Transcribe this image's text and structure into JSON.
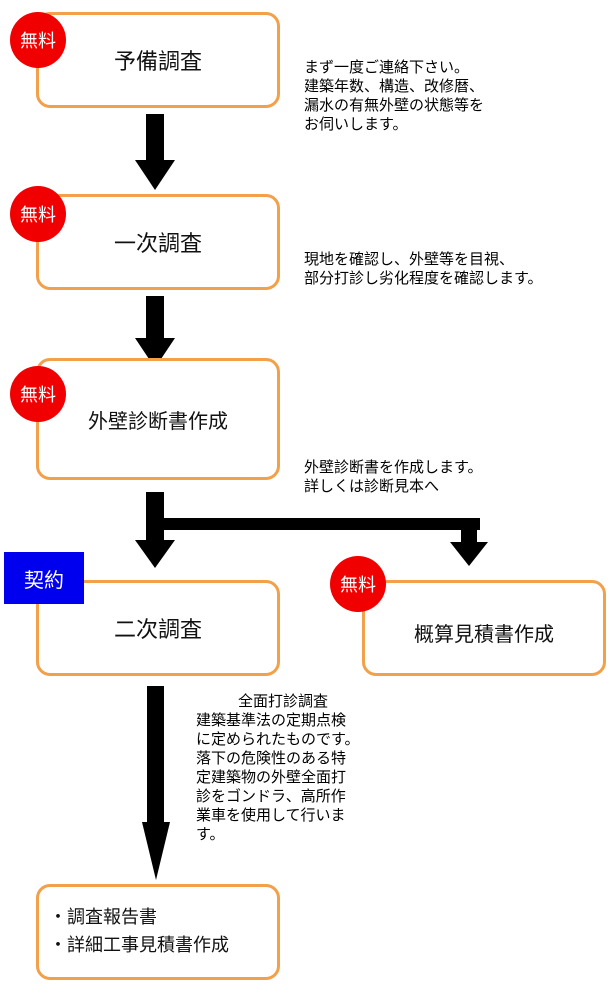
{
  "steps": [
    {
      "label": "予備調査",
      "badge": "無料"
    },
    {
      "label": "一次調査",
      "badge": "無料"
    },
    {
      "label": "外壁診断書作成",
      "badge": "無料"
    },
    {
      "label": "二次調査",
      "badge": "契約"
    },
    {
      "label": "概算見積書作成",
      "badge": "無料"
    }
  ],
  "final_items": [
    "・調査報告書",
    "・詳細工事見積書作成"
  ],
  "notes": {
    "step1": [
      "まず一度ご連絡下さい。",
      "建築年数、構造、改修暦、",
      "漏水の有無外壁の状態等を",
      "お伺いします。"
    ],
    "step2": [
      "現地を確認し、外壁等を目視、",
      "部分打診し劣化程度を確認します。"
    ],
    "step3": [
      "外壁診断書を作成します。",
      "詳しくは診断見本へ"
    ],
    "step4": [
      "全面打診調査",
      "建築基準法の定期点検",
      "に定められたものです。",
      "落下の危険性のある特",
      "定建築物の外壁全面打",
      "診をゴンドラ、高所作",
      "業車を使用して行いま",
      "す。"
    ]
  },
  "colors": {
    "box_border": "#f2a04a",
    "free_badge": "#f00000",
    "contract_badge": "#0000ee",
    "arrow": "#000000"
  }
}
